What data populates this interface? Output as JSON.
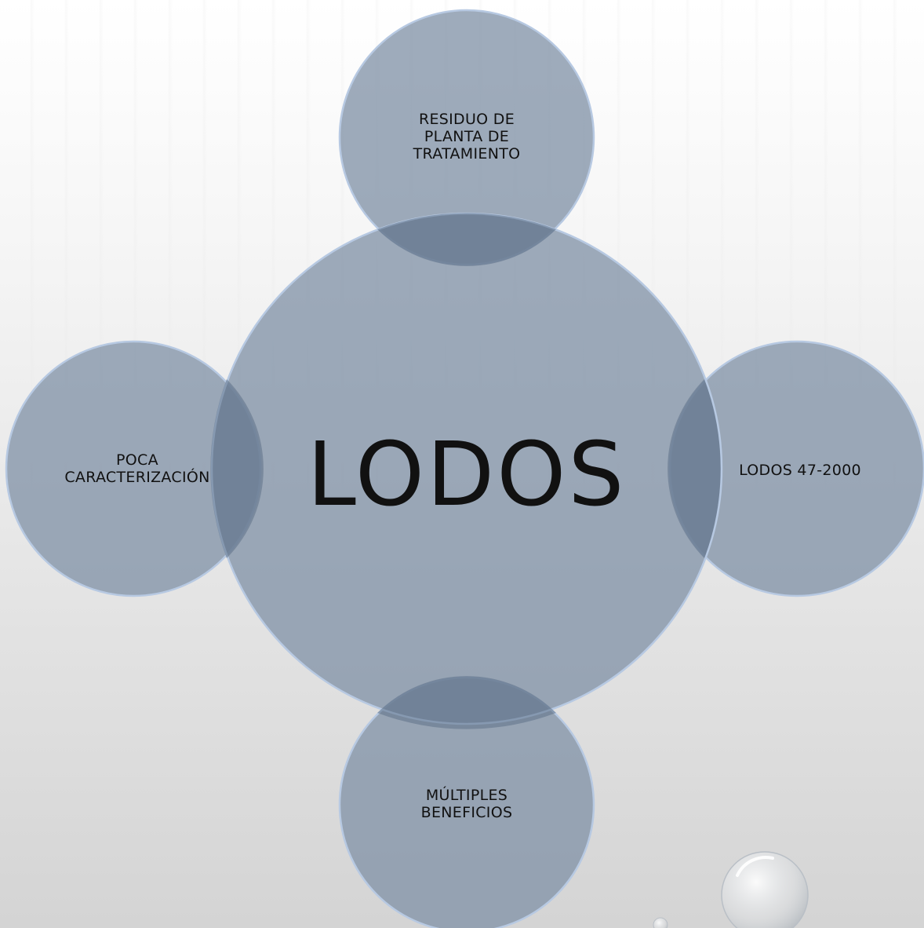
{
  "diagram": {
    "center": "LODOS",
    "top": "RESIDUO DE PLANTA DE TRATAMIENTO",
    "right": "LODOS 47-2000",
    "bottom": "MÚLTIPLES BENEFICIOS",
    "left": "POCA CARACTERIZACIÓN"
  },
  "colors": {
    "circle_fill": "#8393a8",
    "circle_stroke": "#b7c9e2",
    "overlap_fill": "#5e7189",
    "text": "#111111"
  }
}
